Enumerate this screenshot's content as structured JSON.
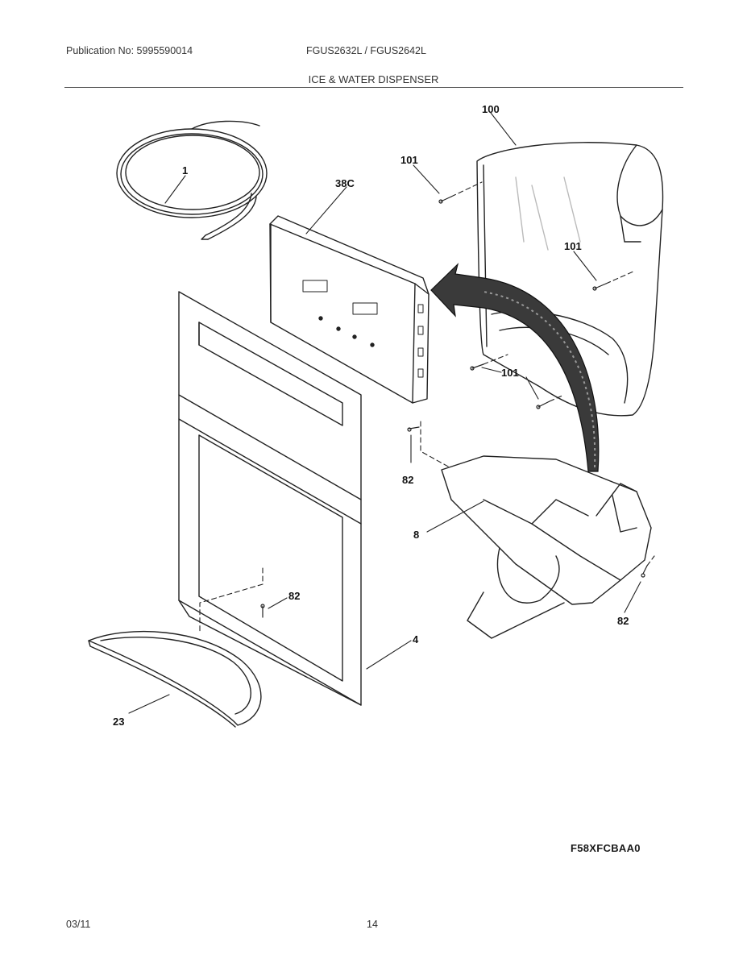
{
  "header": {
    "publication": "Publication No: 5995590014",
    "models": "FGUS2632L / FGUS2642L",
    "section_title": "ICE & WATER DISPENSER"
  },
  "callouts": {
    "tube": "1",
    "housing": "100",
    "screw_top": "101",
    "screw_right": "101",
    "screw_lower": "101",
    "control_board": "38C",
    "screw_mid": "82",
    "dispenser_assembly": "8",
    "screw_frame": "82",
    "screw_right_low": "82",
    "frame": "4",
    "drip_tray": "23"
  },
  "footer": {
    "drawing_code": "F58XFCBAA0",
    "date": "03/11",
    "page": "14"
  }
}
